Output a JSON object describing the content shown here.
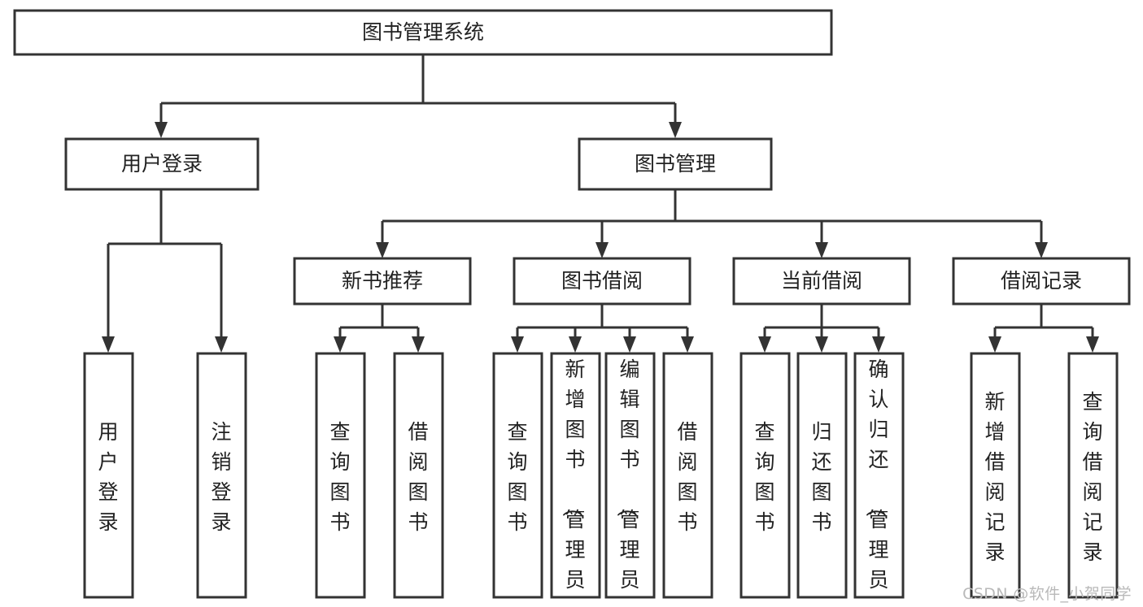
{
  "diagram": {
    "type": "tree-hierarchy",
    "title": "图书管理系统",
    "watermark": "CSDN @软件_小贺同学",
    "colors": {
      "stroke": "#333333",
      "box_fill": "#ffffff",
      "text": "#222222",
      "background": "#ffffff",
      "watermark": "#b9b9b9"
    },
    "levels": [
      {
        "level": 1,
        "nodes": [
          {
            "id": "root",
            "label": "图书管理系统",
            "orientation": "horizontal"
          }
        ]
      },
      {
        "level": 2,
        "nodes": [
          {
            "id": "user-login",
            "label": "用户登录",
            "orientation": "horizontal",
            "parent": "root"
          },
          {
            "id": "book-manage",
            "label": "图书管理",
            "orientation": "horizontal",
            "parent": "root"
          }
        ]
      },
      {
        "level": 3,
        "nodes": [
          {
            "id": "new-book-rec",
            "label": "新书推荐",
            "orientation": "horizontal",
            "parent": "book-manage"
          },
          {
            "id": "book-borrow",
            "label": "图书借阅",
            "orientation": "horizontal",
            "parent": "book-manage"
          },
          {
            "id": "current-borrow",
            "label": "当前借阅",
            "orientation": "horizontal",
            "parent": "book-manage"
          },
          {
            "id": "borrow-record",
            "label": "借阅记录",
            "orientation": "horizontal",
            "parent": "book-manage"
          }
        ]
      },
      {
        "level": 4,
        "nodes": [
          {
            "id": "leaf-user-login",
            "label": "用户登录",
            "orientation": "vertical",
            "parent": "user-login"
          },
          {
            "id": "leaf-logout",
            "label": "注销登录",
            "orientation": "vertical",
            "parent": "user-login"
          },
          {
            "id": "leaf-query-book-1",
            "label": "查询图书",
            "orientation": "vertical",
            "parent": "new-book-rec"
          },
          {
            "id": "leaf-borrow-book-1",
            "label": "借阅图书",
            "orientation": "vertical",
            "parent": "new-book-rec"
          },
          {
            "id": "leaf-query-book-2",
            "label": "查询图书",
            "orientation": "vertical",
            "parent": "book-borrow"
          },
          {
            "id": "leaf-add-book",
            "label": "新增图书（管理员）",
            "orientation": "vertical",
            "parent": "book-borrow"
          },
          {
            "id": "leaf-edit-book",
            "label": "编辑图书（管理员）",
            "orientation": "vertical",
            "parent": "book-borrow"
          },
          {
            "id": "leaf-borrow-book-2",
            "label": "借阅图书",
            "orientation": "vertical",
            "parent": "book-borrow"
          },
          {
            "id": "leaf-query-book-3",
            "label": "查询图书",
            "orientation": "vertical",
            "parent": "current-borrow"
          },
          {
            "id": "leaf-return-book",
            "label": "归还图书",
            "orientation": "vertical",
            "parent": "current-borrow"
          },
          {
            "id": "leaf-confirm-return",
            "label": "确认归还（管理员）",
            "orientation": "vertical",
            "parent": "current-borrow"
          },
          {
            "id": "leaf-add-record",
            "label": "新增借阅记录",
            "orientation": "vertical",
            "parent": "borrow-record"
          },
          {
            "id": "leaf-query-record",
            "label": "查询借阅记录",
            "orientation": "vertical",
            "parent": "borrow-record"
          }
        ]
      }
    ]
  }
}
